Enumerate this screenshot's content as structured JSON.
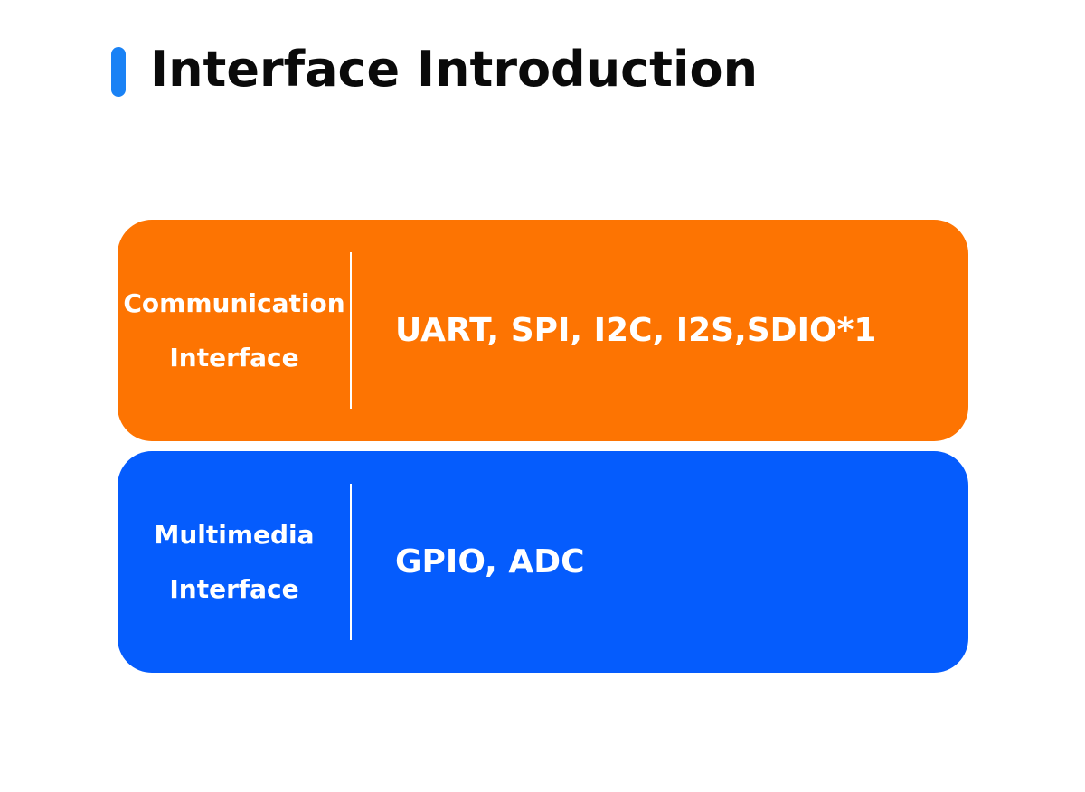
{
  "header": {
    "title": "Interface Introduction",
    "accent_color": "#1a82f5"
  },
  "panels": [
    {
      "label_line1": "Communication",
      "label_line2": "Interface",
      "value": "UART, SPI, I2C, I2S,SDIO*1",
      "color": "#fd7402"
    },
    {
      "label_line1": "Multimedia",
      "label_line2": "Interface",
      "value": "GPIO, ADC",
      "color": "#055cfd"
    }
  ]
}
